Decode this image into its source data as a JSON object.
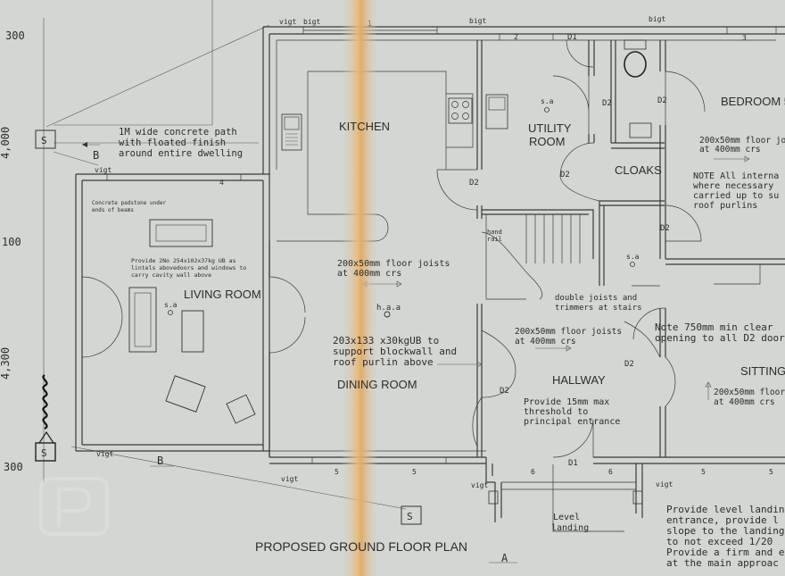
{
  "plan": {
    "title": "PROPOSED GROUND FLOOR PLAN",
    "rooms": {
      "kitchen": "KITCHEN",
      "utility_1": "UTILITY",
      "utility_2": "ROOM",
      "bedroom": "BEDROOM 5",
      "cloaks": "CLOAKS",
      "living": "LIVING ROOM",
      "dining": "DINING ROOM",
      "hallway": "HALLWAY",
      "sitting": "SITTING R",
      "landing_1": "Level",
      "landing_2": "landing"
    },
    "notes": {
      "path_1": "1M wide concrete path",
      "path_2": "with floated finish",
      "path_3": "around entire dwelling",
      "padstone_1": "Concrete padstone under",
      "padstone_2": "ends of beams",
      "lintel_1": "Provide 2No 254x102x37kg UB as",
      "lintel_2": "lintels abovedoors and windows to",
      "lintel_3": "carry cavity wall above",
      "joists_a1": "200x50mm floor joists",
      "joists_a2": "at 400mm crs",
      "joists_b1": "200x50mm floor joists",
      "joists_b2": "at 400mm crs",
      "joists_c1": "200x50mm floor jo",
      "joists_c2": "at 400mm crs",
      "joists_d1": "200x50mm floor",
      "joists_d2": "at 400mm crs",
      "ub_1": "203x133 x30kgUB to",
      "ub_2": "support blockwall and",
      "ub_3": "roof purlin above",
      "haa": "h.a.a",
      "stairs_1": "double joists and",
      "stairs_2": "trimmers at stairs",
      "handrail_1": "hand",
      "handrail_2": "rail",
      "internal_1": "NOTE  All interna",
      "internal_2": "where necessary",
      "internal_3": "carried up to su",
      "internal_4": "roof purlins",
      "clear_1": "Note  750mm min clear",
      "clear_2": "opening to all D2 doors",
      "threshold_1": "Provide 15mm max",
      "threshold_2": "threshold to",
      "threshold_3": "principal entrance",
      "landing_1": "Provide level landing",
      "landing_2": "entrance,  provide l",
      "landing_3": "slope to the landing",
      "landing_4": "to not exceed 1/20",
      "landing_5": "Provide a firm and e",
      "landing_6": "at the main approac"
    },
    "doors": [
      "D1",
      "D2",
      "D2",
      "D2",
      "D2",
      "D2",
      "D2",
      "D2",
      "D1"
    ],
    "sa": "s.a",
    "vigt": "vigt",
    "bigt": "bigt",
    "b": "B",
    "a": "A",
    "s": "S",
    "dims": [
      "300",
      "4,000",
      "100",
      "4,300",
      "300"
    ],
    "windows": [
      "1",
      "2",
      "3",
      "4",
      "5",
      "5",
      "6",
      "6",
      "5",
      "5"
    ]
  }
}
